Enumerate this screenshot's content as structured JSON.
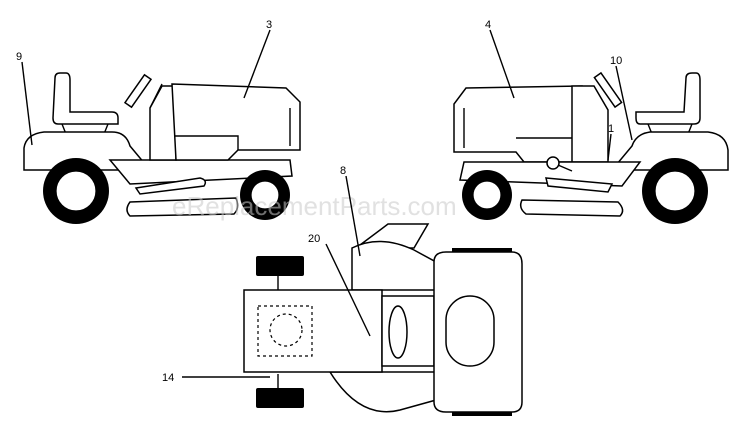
{
  "watermark": "eReplacementParts.com",
  "callouts": [
    "3",
    "4",
    "9",
    "10",
    "1",
    "8",
    "20",
    "14"
  ]
}
